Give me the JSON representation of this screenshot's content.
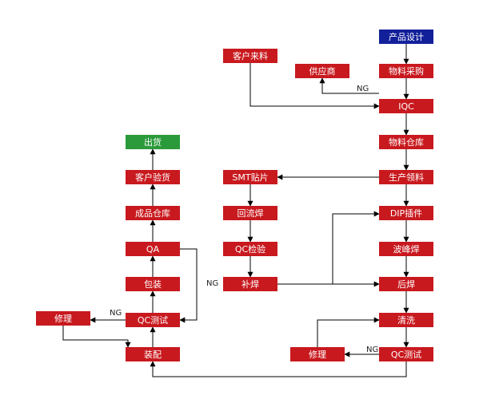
{
  "colors": {
    "process": "#c8191e",
    "start": "#12209a",
    "end": "#2b9a3b",
    "line": "#000000",
    "text": "#ffffff"
  },
  "nodes": [
    {
      "id": "product-design",
      "label": "产品设计",
      "kind": "start"
    },
    {
      "id": "material-purchase",
      "label": "物料采购",
      "kind": "process"
    },
    {
      "id": "customer-material",
      "label": "客户来料",
      "kind": "process"
    },
    {
      "id": "supplier",
      "label": "供应商",
      "kind": "process"
    },
    {
      "id": "iqc",
      "label": "IQC",
      "kind": "process"
    },
    {
      "id": "material-warehouse",
      "label": "物料仓库",
      "kind": "process"
    },
    {
      "id": "production-picking",
      "label": "生产领料",
      "kind": "process"
    },
    {
      "id": "smt-mount",
      "label": "SMT贴片",
      "kind": "process"
    },
    {
      "id": "reflow-solder",
      "label": "回流焊",
      "kind": "process"
    },
    {
      "id": "qc-inspect",
      "label": "QC检验",
      "kind": "process"
    },
    {
      "id": "touch-up-solder",
      "label": "补焊",
      "kind": "process"
    },
    {
      "id": "dip-insert",
      "label": "DIP插件",
      "kind": "process"
    },
    {
      "id": "wave-solder",
      "label": "波峰焊",
      "kind": "process"
    },
    {
      "id": "post-solder",
      "label": "后焊",
      "kind": "process"
    },
    {
      "id": "cleaning",
      "label": "清洗",
      "kind": "process"
    },
    {
      "id": "qc-test-right",
      "label": "QC测试",
      "kind": "process"
    },
    {
      "id": "repair-right",
      "label": "修理",
      "kind": "process"
    },
    {
      "id": "assembly",
      "label": "装配",
      "kind": "process"
    },
    {
      "id": "qc-test-left",
      "label": "QC测试",
      "kind": "process"
    },
    {
      "id": "repair-left",
      "label": "修理",
      "kind": "process"
    },
    {
      "id": "packaging",
      "label": "包装",
      "kind": "process"
    },
    {
      "id": "qa",
      "label": "QA",
      "kind": "process"
    },
    {
      "id": "finished-warehouse",
      "label": "成品仓库",
      "kind": "process"
    },
    {
      "id": "customer-inspection",
      "label": "客户验货",
      "kind": "process"
    },
    {
      "id": "shipment",
      "label": "出货",
      "kind": "end"
    }
  ],
  "edges": [
    {
      "from": "product-design",
      "to": "material-purchase",
      "label": ""
    },
    {
      "from": "material-purchase",
      "to": "iqc",
      "label": ""
    },
    {
      "from": "iqc",
      "to": "supplier",
      "label": "NG"
    },
    {
      "from": "customer-material",
      "to": "iqc",
      "label": ""
    },
    {
      "from": "iqc",
      "to": "material-warehouse",
      "label": ""
    },
    {
      "from": "material-warehouse",
      "to": "production-picking",
      "label": ""
    },
    {
      "from": "production-picking",
      "to": "smt-mount",
      "label": ""
    },
    {
      "from": "production-picking",
      "to": "dip-insert",
      "label": ""
    },
    {
      "from": "smt-mount",
      "to": "reflow-solder",
      "label": ""
    },
    {
      "from": "reflow-solder",
      "to": "qc-inspect",
      "label": ""
    },
    {
      "from": "qc-inspect",
      "to": "touch-up-solder",
      "label": ""
    },
    {
      "from": "touch-up-solder",
      "to": "post-solder",
      "label": ""
    },
    {
      "from": "touch-up-solder",
      "to": "dip-insert",
      "label": ""
    },
    {
      "from": "dip-insert",
      "to": "wave-solder",
      "label": ""
    },
    {
      "from": "wave-solder",
      "to": "post-solder",
      "label": ""
    },
    {
      "from": "post-solder",
      "to": "cleaning",
      "label": ""
    },
    {
      "from": "cleaning",
      "to": "qc-test-right",
      "label": ""
    },
    {
      "from": "qc-test-right",
      "to": "repair-right",
      "label": "NG"
    },
    {
      "from": "repair-right",
      "to": "cleaning",
      "label": ""
    },
    {
      "from": "qc-test-right",
      "to": "assembly",
      "label": ""
    },
    {
      "from": "assembly",
      "to": "qc-test-left",
      "label": ""
    },
    {
      "from": "qc-test-left",
      "to": "repair-left",
      "label": "NG"
    },
    {
      "from": "repair-left",
      "to": "assembly",
      "label": ""
    },
    {
      "from": "qc-test-left",
      "to": "packaging",
      "label": ""
    },
    {
      "from": "packaging",
      "to": "qa",
      "label": ""
    },
    {
      "from": "qa",
      "to": "qc-test-left",
      "label": "NG"
    },
    {
      "from": "qa",
      "to": "finished-warehouse",
      "label": ""
    },
    {
      "from": "finished-warehouse",
      "to": "customer-inspection",
      "label": ""
    },
    {
      "from": "customer-inspection",
      "to": "shipment",
      "label": ""
    }
  ]
}
